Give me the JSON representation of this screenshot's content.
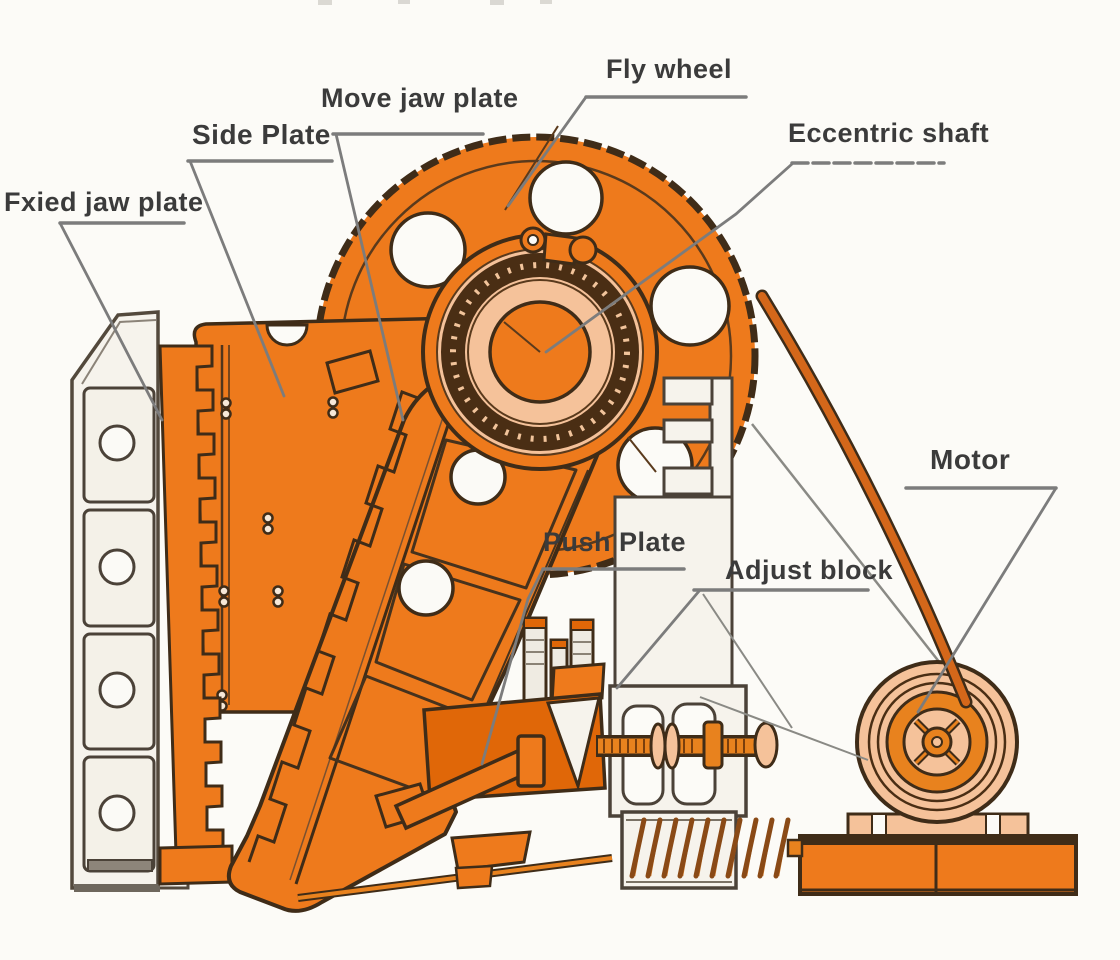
{
  "figure": {
    "type": "technical-diagram",
    "subject": "Jaw crusher cross-section structure diagram with labeled parts"
  },
  "labels": {
    "fixed_jaw_plate": "Fxied jaw plate",
    "side_plate": "Side Plate",
    "move_jaw_plate": "Move jaw plate",
    "fly_wheel": "Fly wheel",
    "eccentric_shaft": "Eccentric shaft",
    "motor": "Motor",
    "push_plate": "Push Plate",
    "adjust_block": "Adjust block"
  },
  "parts": [
    "Fxied jaw plate",
    "Side Plate",
    "Move jaw plate",
    "Fly wheel",
    "Eccentric shaft",
    "Motor",
    "Push Plate",
    "Adjust block"
  ],
  "colors": {
    "machine_orange": "#ee7a1c",
    "dark_orange": "#e06708",
    "belt_orange": "#d4671a",
    "peach": "#f5c29a",
    "outline_brown": "#3f2c18",
    "frame_white": "#f6f3ec",
    "coil_brown": "#8a4a16",
    "leader_gray": "#7c7c7c",
    "label_text": "#3b3b3b",
    "background": "#fcfbf7"
  }
}
